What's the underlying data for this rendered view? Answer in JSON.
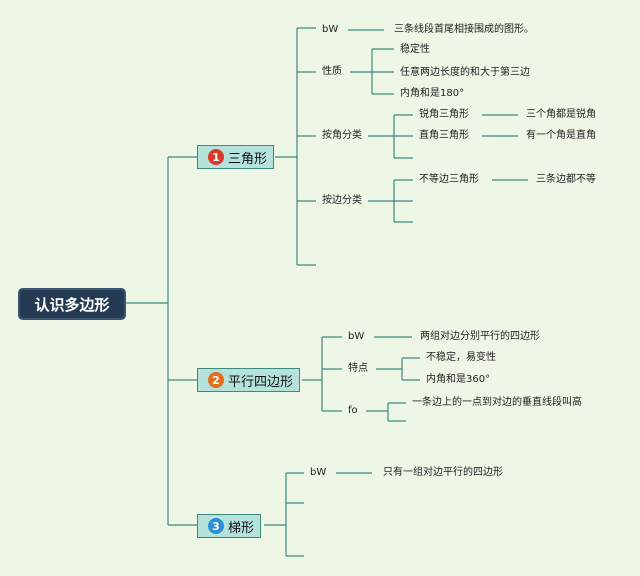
{
  "root": "认识多边形",
  "colors": {
    "line": "#3e8a7e",
    "num1": "#d93a2a",
    "num2": "#e0701e",
    "num3": "#2b8fd6"
  },
  "branches": [
    {
      "num": "1",
      "label": "三角形",
      "children": [
        {
          "label": "bW",
          "desc": "三条线段首尾相接围成的图形。"
        },
        {
          "label": "性质",
          "items": [
            "稳定性",
            "任意两边长度的和大于第三边",
            "内角和是180°"
          ]
        },
        {
          "label": "按角分类",
          "items": [
            "锐角三角形",
            "直角三角形"
          ],
          "descs": [
            "三个角都是锐角",
            "有一个角是直角"
          ]
        },
        {
          "label": "按边分类",
          "items": [
            "不等边三角形"
          ],
          "descs": [
            "三条边都不等"
          ]
        }
      ]
    },
    {
      "num": "2",
      "label": "平行四边形",
      "children": [
        {
          "label": "bW",
          "desc": "两组对边分别平行的四边形"
        },
        {
          "label": "特点",
          "items": [
            "不稳定，易变性",
            "内角和是360°"
          ]
        },
        {
          "label": "fo",
          "desc": "一条边上的一点到对边的垂直线段叫高"
        }
      ]
    },
    {
      "num": "3",
      "label": "梯形",
      "children": [
        {
          "label": "bW",
          "desc": "只有一组对边平行的四边形"
        }
      ]
    }
  ]
}
